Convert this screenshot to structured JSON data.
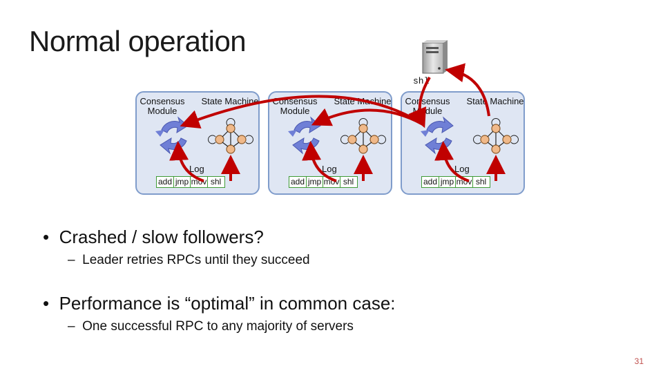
{
  "slide": {
    "title": "Normal operation",
    "page_number": "31"
  },
  "client": {
    "command_label": "shl",
    "icon": "server-tower-icon"
  },
  "servers": [
    {
      "consensus_label": "Consensus Module",
      "state_label": "State Machine",
      "log_label": "Log",
      "log_entries": [
        "add",
        "jmp",
        "mov",
        "shl"
      ]
    },
    {
      "consensus_label": "Consensus Module",
      "state_label": "State Machine",
      "log_label": "Log",
      "log_entries": [
        "add",
        "jmp",
        "mov",
        "shl"
      ]
    },
    {
      "consensus_label": "Consensus Module",
      "state_label": "State Machine",
      "log_label": "Log",
      "log_entries": [
        "add",
        "jmp",
        "mov",
        "shl"
      ]
    }
  ],
  "colors": {
    "arrow": "#c00000",
    "box_border": "#7f9ccb",
    "box_fill": "#dfe6f3",
    "log_border": "#3e9a35",
    "cycle": "#6f7fd6",
    "node": "#f0b98a"
  },
  "bullets": [
    {
      "text": "Crashed / slow followers?",
      "sub": "Leader retries RPCs until they succeed"
    },
    {
      "text": "Performance is “optimal” in common case:",
      "sub": "One successful RPC to any majority of servers"
    }
  ]
}
